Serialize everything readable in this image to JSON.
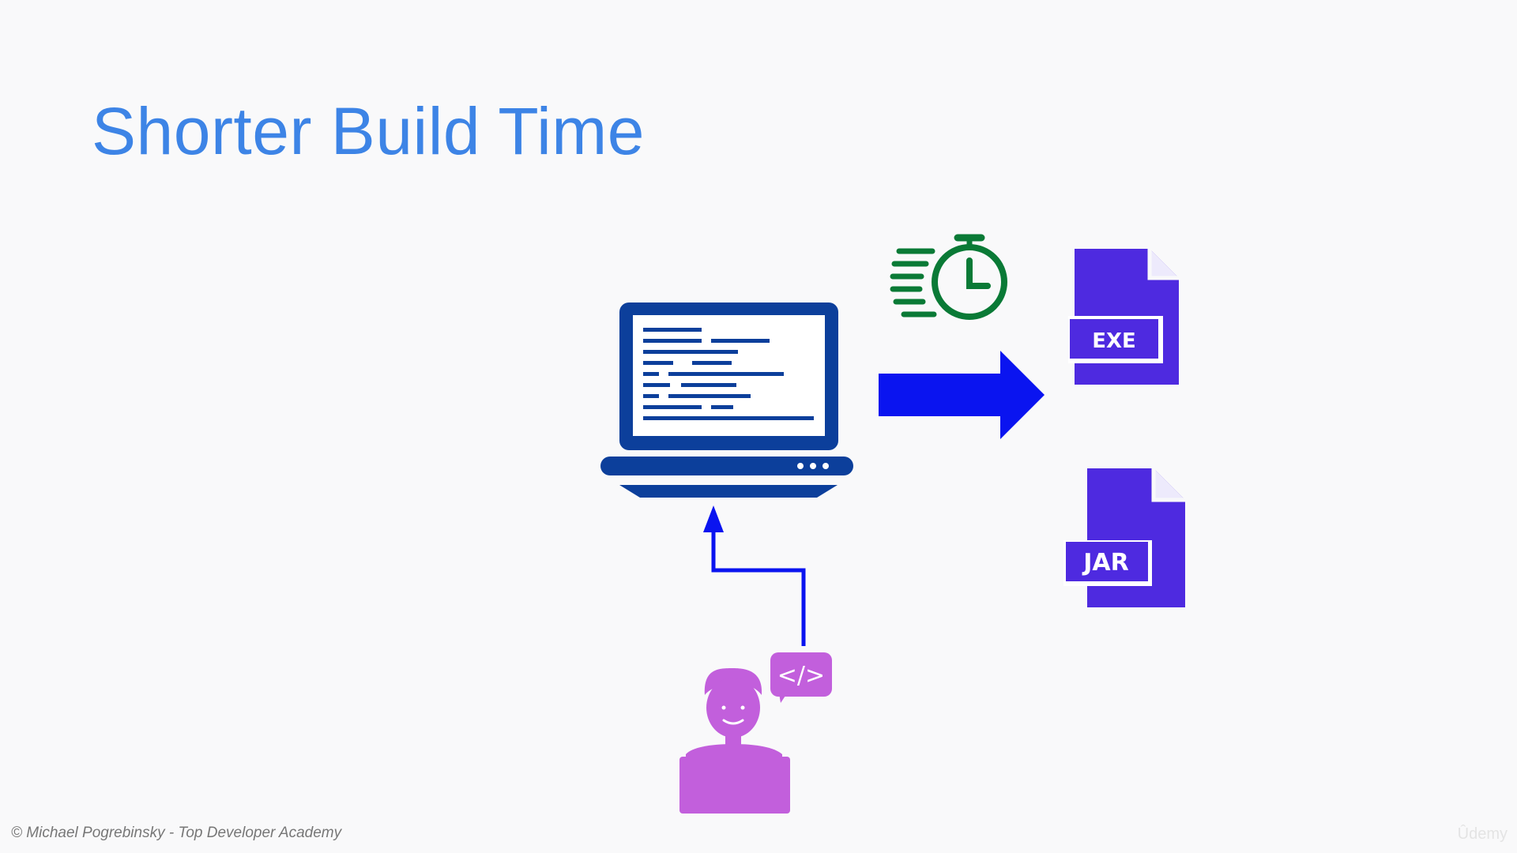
{
  "slide": {
    "title": "Shorter Build Time",
    "footer": "© Michael Pogrebinsky - Top Developer Academy",
    "watermark": "Ûdemy"
  },
  "diagram": {
    "nodes": [
      {
        "id": "developer",
        "icon": "developer-person-icon"
      },
      {
        "id": "code-bubble",
        "icon": "code-tag-icon",
        "text": "</>"
      },
      {
        "id": "laptop",
        "icon": "laptop-code-icon"
      },
      {
        "id": "stopwatch",
        "icon": "fast-stopwatch-icon"
      },
      {
        "id": "exe-file",
        "icon": "file-icon",
        "label": "EXE"
      },
      {
        "id": "jar-file",
        "icon": "file-icon",
        "label": "JAR"
      }
    ],
    "edges": [
      {
        "from": "developer",
        "to": "laptop"
      },
      {
        "from": "laptop",
        "to": "exe-file"
      }
    ]
  },
  "colors": {
    "title": "#3d84e6",
    "laptop": "#0c3f9b",
    "arrow": "#0a14f0",
    "stopwatch": "#0a7a36",
    "file": "#4e2ae0",
    "developer": "#c25fdc",
    "footer": "#777777"
  }
}
